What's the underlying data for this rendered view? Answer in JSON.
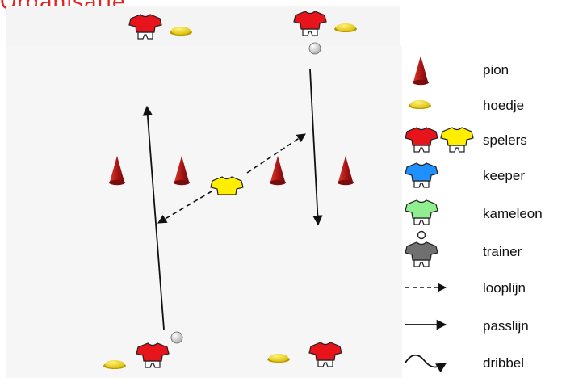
{
  "title": "Organisatie",
  "legend": [
    {
      "label": "pion",
      "icon": "cone-icon"
    },
    {
      "label": "hoedje",
      "icon": "disc-marker-icon"
    },
    {
      "label": "spelers",
      "icon": "player-shirt-icons"
    },
    {
      "label": "keeper",
      "icon": "keeper-shirt-icon"
    },
    {
      "label": "kameleon",
      "icon": "chameleon-shirt-icon"
    },
    {
      "label": "trainer",
      "icon": "trainer-icon"
    },
    {
      "label": "looplijn",
      "icon": "dashed-arrow-icon"
    },
    {
      "label": "passlijn",
      "icon": "solid-arrow-icon"
    },
    {
      "label": "dribbel",
      "icon": "wavy-arrow-icon"
    }
  ],
  "colors": {
    "title": "#e8211e",
    "player": "#e8141c",
    "player_alt": "#ffee00",
    "keeper": "#1e90ff",
    "chameleon": "#90ee90",
    "trainer": "#707070",
    "cone": "#b01818",
    "disc": "#f2d200",
    "field": "#f5f5f5"
  }
}
